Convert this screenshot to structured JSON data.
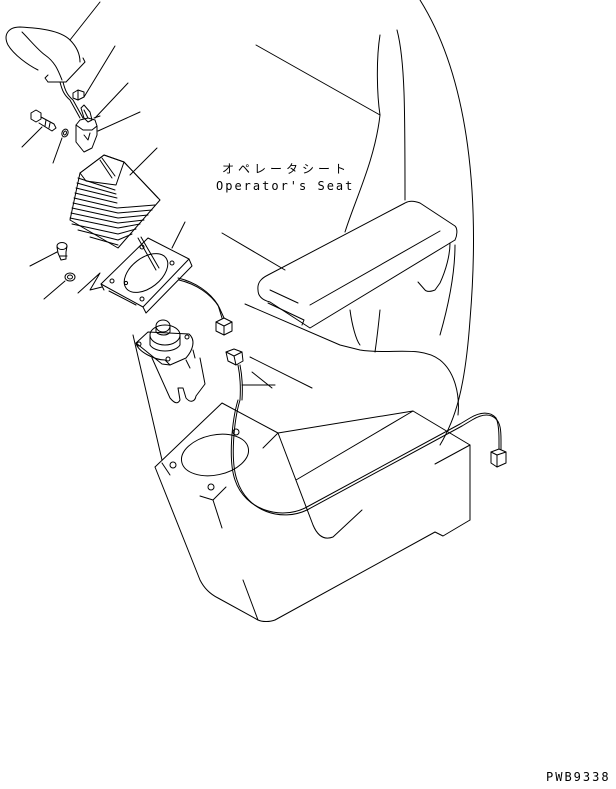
{
  "diagram": {
    "type": "exploded-parts-view",
    "subject": "operator's seat with control lever assembly",
    "labels": {
      "seat_label_japanese": "オペレータシート",
      "seat_label_english": "Operator's Seat",
      "drawing_id": "PWB9338"
    },
    "components": [
      {
        "name": "lever-knob",
        "description": "curved handle grip"
      },
      {
        "name": "nut"
      },
      {
        "name": "bolt"
      },
      {
        "name": "washer"
      },
      {
        "name": "clamp"
      },
      {
        "name": "boot",
        "description": "bellows rubber boot"
      },
      {
        "name": "plate",
        "description": "mounting plate with circular opening"
      },
      {
        "name": "screw"
      },
      {
        "name": "spring-washer"
      },
      {
        "name": "valve",
        "description": "PPC valve body"
      },
      {
        "name": "connector-pair"
      },
      {
        "name": "console-box"
      },
      {
        "name": "seat",
        "description": "operator's seat with armrest"
      },
      {
        "name": "wire-harness-connector"
      }
    ],
    "leader_line_count": 12
  }
}
